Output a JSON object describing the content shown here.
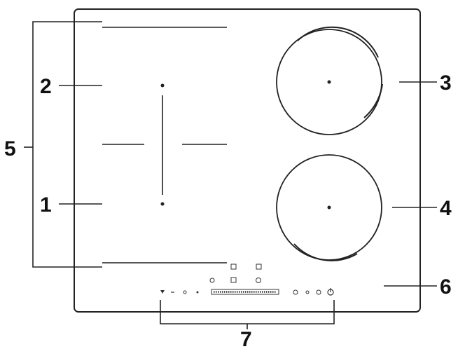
{
  "labels": {
    "zone_1": "1",
    "zone_2": "2",
    "zone_3": "3",
    "zone_4": "4",
    "flex_zone": "5",
    "hob_surface": "6",
    "control_panel": "7"
  },
  "colors": {
    "ink": "#222222",
    "background": "#ffffff"
  },
  "icons": [
    "flex-zone-icon",
    "bridge-icon",
    "power-boost-icon",
    "pause-icon",
    "timer-icon",
    "lock-icon",
    "minus-icon",
    "slider-control",
    "plus-icon",
    "power-icon"
  ]
}
